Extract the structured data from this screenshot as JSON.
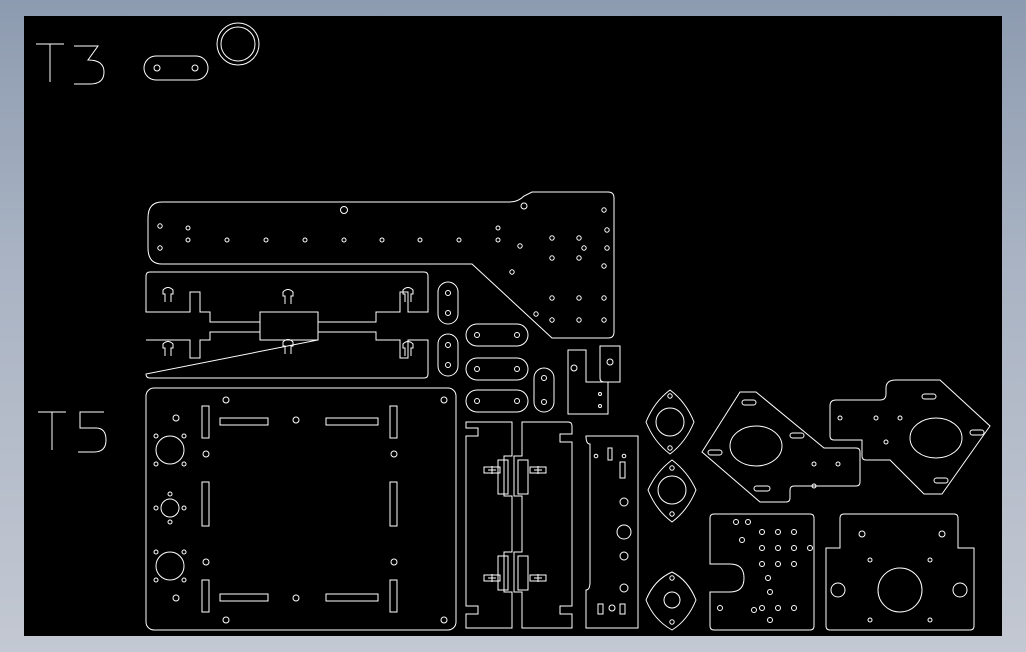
{
  "drawing": {
    "background": "#000000",
    "line_color": "#ffffff",
    "labels": [
      {
        "id": "t3",
        "text": "T3"
      },
      {
        "id": "t5",
        "text": "T5"
      }
    ]
  }
}
